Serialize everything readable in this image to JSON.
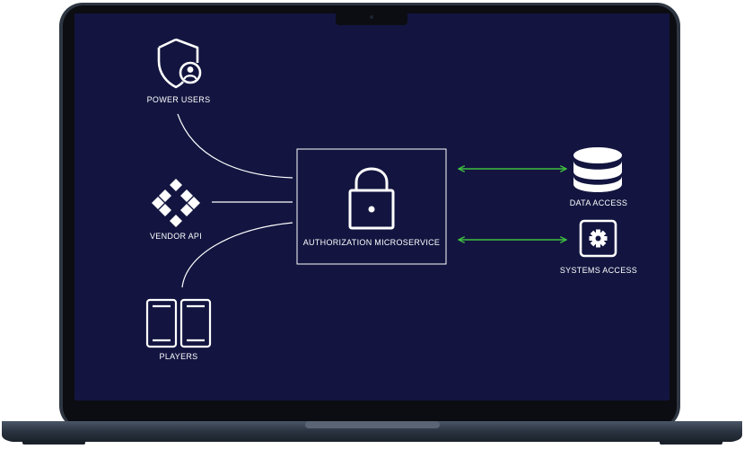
{
  "colors": {
    "screen_background": "#131540",
    "diagram_lines": "#ffffff",
    "access_arrows": "#3fbf3f",
    "laptop_body": "#2a3340",
    "bezel": "#0b0d12"
  },
  "nodes": {
    "power_users": {
      "label": "POWER USERS",
      "icon": "shield-user-icon"
    },
    "vendor_api": {
      "label": "VENDOR API",
      "icon": "diamond-cluster-icon"
    },
    "players": {
      "label": "PLAYERS",
      "icon": "tablets-icon"
    },
    "auth_service": {
      "label": "AUTHORIZATION MICROSERVICE",
      "icon": "padlock-icon"
    },
    "data_access": {
      "label": "DATA ACCESS",
      "icon": "database-icon"
    },
    "systems_access": {
      "label": "SYSTEMS ACCESS",
      "icon": "gear-box-icon"
    }
  }
}
